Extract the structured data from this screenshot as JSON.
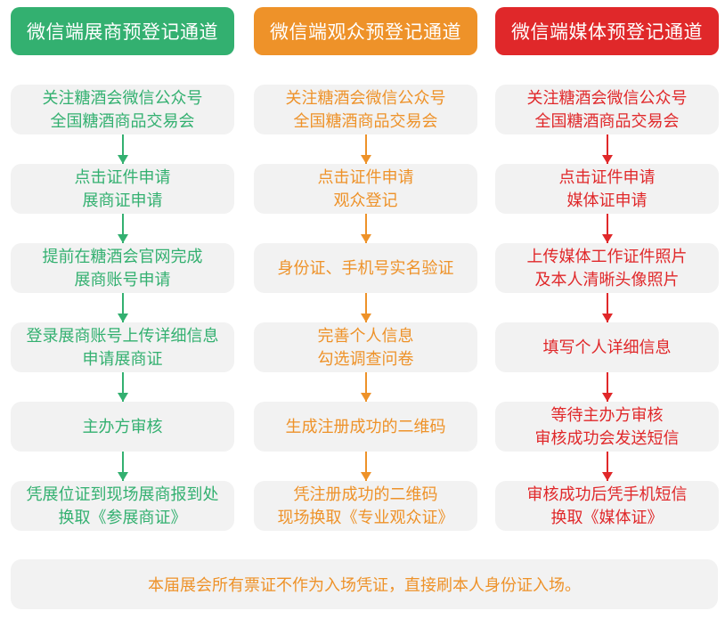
{
  "colors": {
    "exhibitor": "#33b070",
    "visitor": "#ee9229",
    "media": "#e0282a",
    "box_bg": "#f2f2f2"
  },
  "columns": [
    {
      "title": "微信端展商预登记通道",
      "steps": [
        [
          "关注糖酒会微信公众号",
          "全国糖酒商品交易会"
        ],
        [
          "点击证件申请",
          "展商证申请"
        ],
        [
          "提前在糖酒会官网完成",
          "展商账号申请"
        ],
        [
          "登录展商账号上传详细信息",
          "申请展商证"
        ],
        [
          "主办方审核",
          ""
        ],
        [
          "凭展位证到现场展商报到处",
          "换取《参展商证》"
        ]
      ]
    },
    {
      "title": "微信端观众预登记通道",
      "steps": [
        [
          "关注糖酒会微信公众号",
          "全国糖酒商品交易会"
        ],
        [
          "点击证件申请",
          "观众登记"
        ],
        [
          "身份证、手机号实名验证",
          ""
        ],
        [
          "完善个人信息",
          "勾选调查问卷"
        ],
        [
          "生成注册成功的二维码",
          ""
        ],
        [
          "凭注册成功的二维码",
          "现场换取《专业观众证》"
        ]
      ]
    },
    {
      "title": "微信端媒体预登记通道",
      "steps": [
        [
          "关注糖酒会微信公众号",
          "全国糖酒商品交易会"
        ],
        [
          "点击证件申请",
          "媒体证申请"
        ],
        [
          "上传媒体工作证件照片",
          "及本人清晰头像照片"
        ],
        [
          "填写个人详细信息",
          ""
        ],
        [
          "等待主办方审核",
          "审核成功会发送短信"
        ],
        [
          "审核成功后凭手机短信",
          "换取《媒体证》"
        ]
      ]
    }
  ],
  "footer": "本届展会所有票证不作为入场凭证，直接刷本人身份证入场。"
}
